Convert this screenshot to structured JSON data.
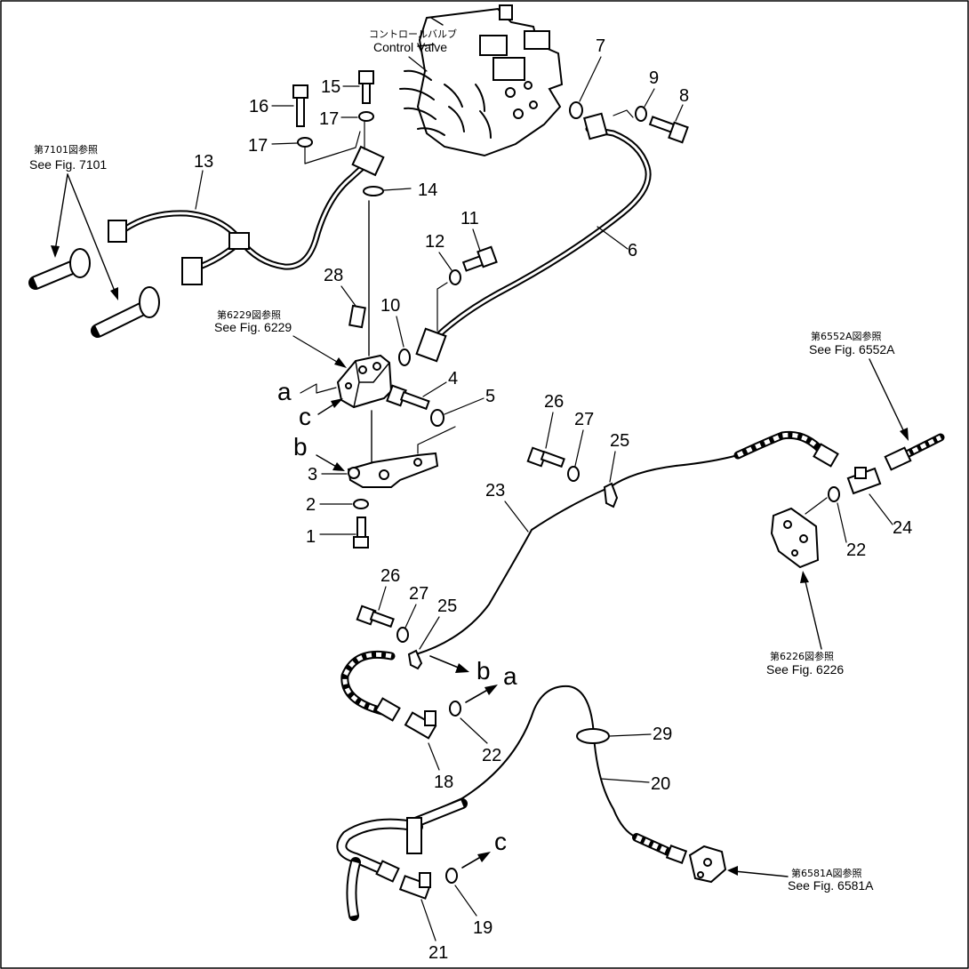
{
  "references": {
    "control_valve_jp": "コントロールバルブ",
    "control_valve": "Control Valve",
    "fig7101_jp": "第7101図参照",
    "fig7101": "See Fig. 7101",
    "fig6229_jp": "第6229図参照",
    "fig6229": "See Fig. 6229",
    "fig6552a_jp": "第6552A図参照",
    "fig6552a": "See Fig. 6552A",
    "fig6226_jp": "第6226図参照",
    "fig6226": "See Fig. 6226",
    "fig6581a_jp": "第6581A図参照",
    "fig6581a": "See Fig. 6581A"
  },
  "part_numbers": {
    "p1": "1",
    "p2": "2",
    "p3": "3",
    "p4": "4",
    "p5": "5",
    "p6": "6",
    "p7": "7",
    "p8": "8",
    "p9": "9",
    "p10": "10",
    "p11": "11",
    "p12": "12",
    "p13": "13",
    "p14": "14",
    "p15": "15",
    "p16": "16",
    "p17a": "17",
    "p17b": "17",
    "p18": "18",
    "p19": "19",
    "p20": "20",
    "p21": "21",
    "p22a": "22",
    "p22b": "22",
    "p23": "23",
    "p24": "24",
    "p25a": "25",
    "p25b": "25",
    "p26a": "26",
    "p26b": "26",
    "p27a": "27",
    "p27b": "27",
    "p28": "28",
    "p29": "29"
  },
  "connection_letters": {
    "a_left": "a",
    "c_left": "c",
    "b_left": "b",
    "b_arrow": "b",
    "a_arrow": "a",
    "c_arrow": "c"
  }
}
